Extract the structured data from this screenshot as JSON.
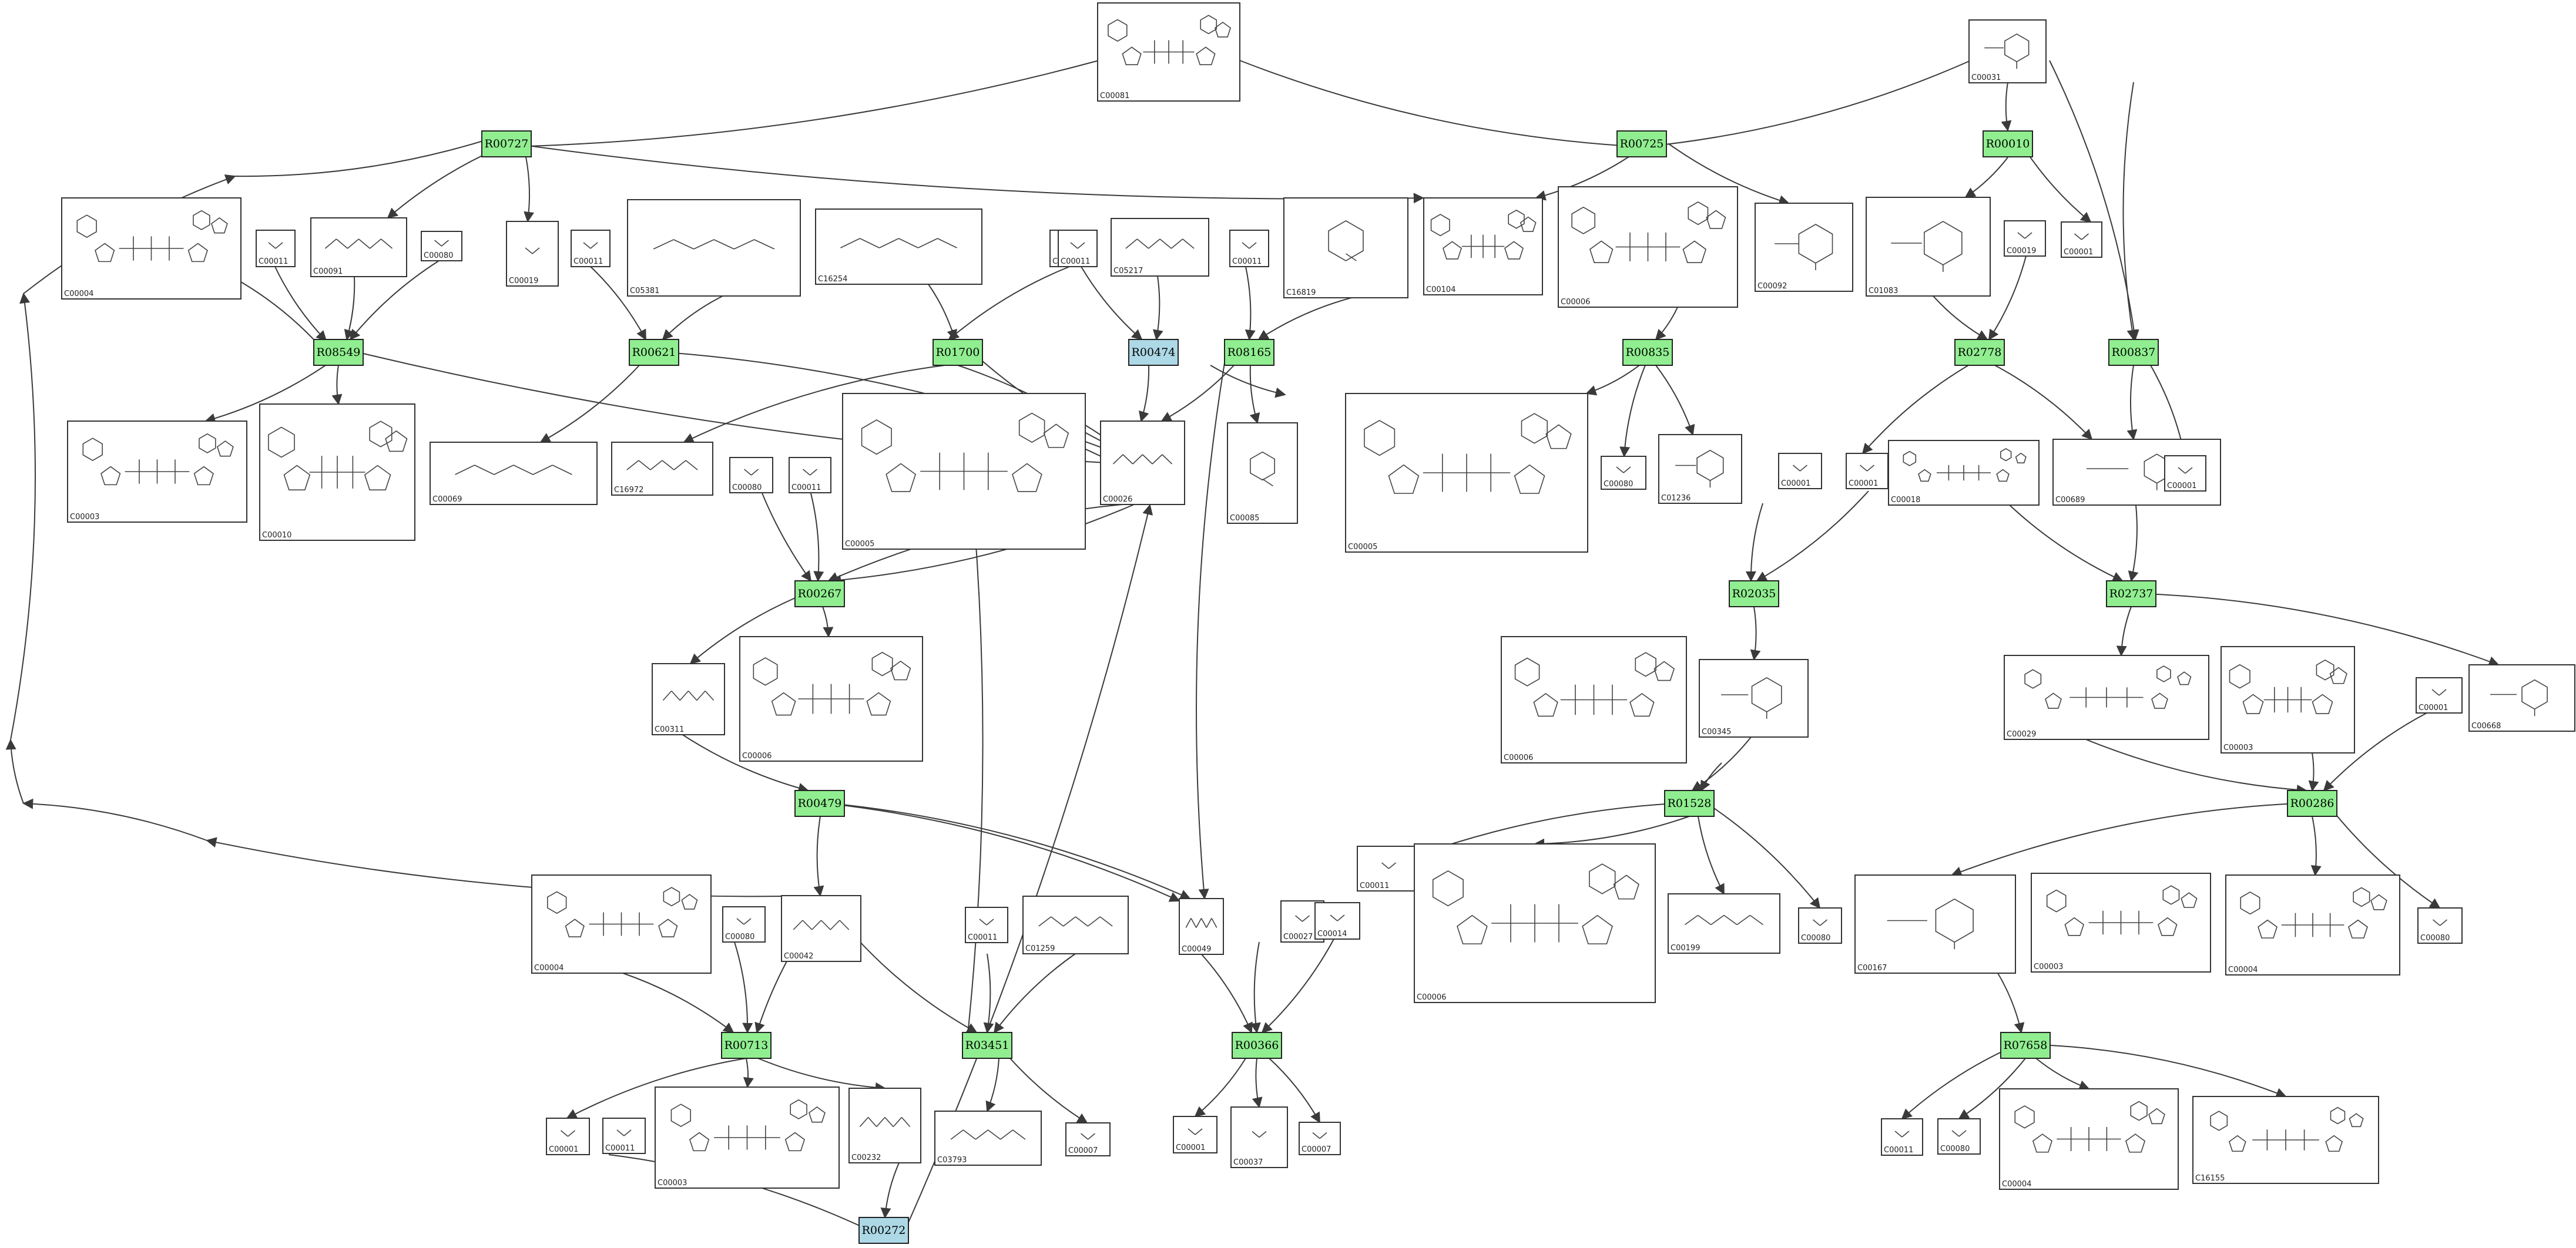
{
  "colors": {
    "reaction": "#90ee90",
    "reaction_alt": "#add8e6"
  },
  "reactions": [
    {
      "id": "R00727",
      "alt": false
    },
    {
      "id": "R00725",
      "alt": false
    },
    {
      "id": "R00010",
      "alt": false
    },
    {
      "id": "R08549",
      "alt": false
    },
    {
      "id": "R00621",
      "alt": false
    },
    {
      "id": "R01700",
      "alt": false
    },
    {
      "id": "R00474",
      "alt": true
    },
    {
      "id": "R08165",
      "alt": false
    },
    {
      "id": "R00835",
      "alt": false
    },
    {
      "id": "R02778",
      "alt": false
    },
    {
      "id": "R00837",
      "alt": false
    },
    {
      "id": "R00267",
      "alt": false
    },
    {
      "id": "R02035",
      "alt": false
    },
    {
      "id": "R02737",
      "alt": false
    },
    {
      "id": "R00479",
      "alt": false
    },
    {
      "id": "R01528",
      "alt": false
    },
    {
      "id": "R00286",
      "alt": false
    },
    {
      "id": "R00713",
      "alt": false
    },
    {
      "id": "R03451",
      "alt": false
    },
    {
      "id": "R00366",
      "alt": false
    },
    {
      "id": "R07658",
      "alt": false
    },
    {
      "id": "R00272",
      "alt": true
    }
  ],
  "compounds": [
    {
      "id": "C00081",
      "kind": "nucleotide"
    },
    {
      "id": "C00031",
      "kind": "sugar"
    },
    {
      "id": "C00004",
      "kind": "nucleotide"
    },
    {
      "id": "C00011",
      "kind": "small"
    },
    {
      "id": "C00091",
      "kind": "chain"
    },
    {
      "id": "C00080",
      "kind": "small"
    },
    {
      "id": "C00019",
      "kind": "small"
    },
    {
      "id": "C00011",
      "kind": "small"
    },
    {
      "id": "C05381",
      "kind": "chain"
    },
    {
      "id": "C16254",
      "kind": "chain"
    },
    {
      "id": "C00011",
      "kind": "small"
    },
    {
      "id": "C00011",
      "kind": "small"
    },
    {
      "id": "C05217",
      "kind": "chain"
    },
    {
      "id": "C00011",
      "kind": "small"
    },
    {
      "id": "C16819",
      "kind": "ring"
    },
    {
      "id": "C00104",
      "kind": "nucleotide"
    },
    {
      "id": "C00006",
      "kind": "nucleotide"
    },
    {
      "id": "C00092",
      "kind": "sugar"
    },
    {
      "id": "C01083",
      "kind": "sugar"
    },
    {
      "id": "C00019",
      "kind": "small"
    },
    {
      "id": "C00001",
      "kind": "small"
    },
    {
      "id": "C00003",
      "kind": "nucleotide"
    },
    {
      "id": "C00010",
      "kind": "nucleotide"
    },
    {
      "id": "C00069",
      "kind": "chain"
    },
    {
      "id": "C16972",
      "kind": "chain"
    },
    {
      "id": "C00080",
      "kind": "small"
    },
    {
      "id": "C00011",
      "kind": "small"
    },
    {
      "id": "C00005",
      "kind": "nucleotide"
    },
    {
      "id": "C00026",
      "kind": "chain"
    },
    {
      "id": "C00085",
      "kind": "ring"
    },
    {
      "id": "C00005",
      "kind": "nucleotide"
    },
    {
      "id": "C00080",
      "kind": "small"
    },
    {
      "id": "C01236",
      "kind": "sugar"
    },
    {
      "id": "C00001",
      "kind": "small"
    },
    {
      "id": "C00001",
      "kind": "small"
    },
    {
      "id": "C00018",
      "kind": "nucleotide"
    },
    {
      "id": "C00689",
      "kind": "sugar"
    },
    {
      "id": "C00001",
      "kind": "small"
    },
    {
      "id": "C00311",
      "kind": "chain"
    },
    {
      "id": "C00006",
      "kind": "nucleotide"
    },
    {
      "id": "C00006",
      "kind": "nucleotide"
    },
    {
      "id": "C00345",
      "kind": "sugar"
    },
    {
      "id": "C00029",
      "kind": "nucleotide"
    },
    {
      "id": "C00003",
      "kind": "nucleotide"
    },
    {
      "id": "C00001",
      "kind": "small"
    },
    {
      "id": "C00668",
      "kind": "sugar"
    },
    {
      "id": "C00004",
      "kind": "nucleotide"
    },
    {
      "id": "C00080",
      "kind": "small"
    },
    {
      "id": "C00042",
      "kind": "chain"
    },
    {
      "id": "C00011",
      "kind": "small"
    },
    {
      "id": "C01259",
      "kind": "chain"
    },
    {
      "id": "C00049",
      "kind": "chain"
    },
    {
      "id": "C00027",
      "kind": "small"
    },
    {
      "id": "C00014",
      "kind": "small"
    },
    {
      "id": "C00011",
      "kind": "small"
    },
    {
      "id": "C00006",
      "kind": "nucleotide"
    },
    {
      "id": "C00199",
      "kind": "chain"
    },
    {
      "id": "C00080",
      "kind": "small"
    },
    {
      "id": "C00167",
      "kind": "sugar"
    },
    {
      "id": "C00003",
      "kind": "nucleotide"
    },
    {
      "id": "C00004",
      "kind": "nucleotide"
    },
    {
      "id": "C00080",
      "kind": "small"
    },
    {
      "id": "C00001",
      "kind": "small"
    },
    {
      "id": "C00011",
      "kind": "small"
    },
    {
      "id": "C00003",
      "kind": "nucleotide"
    },
    {
      "id": "C00232",
      "kind": "chain"
    },
    {
      "id": "C03793",
      "kind": "chain"
    },
    {
      "id": "C00007",
      "kind": "small"
    },
    {
      "id": "C00001",
      "kind": "small"
    },
    {
      "id": "C00037",
      "kind": "small"
    },
    {
      "id": "C00007",
      "kind": "small"
    },
    {
      "id": "C00011",
      "kind": "small"
    },
    {
      "id": "C00080",
      "kind": "small"
    },
    {
      "id": "C00004",
      "kind": "nucleotide"
    },
    {
      "id": "C16155",
      "kind": "nucleotide"
    }
  ]
}
